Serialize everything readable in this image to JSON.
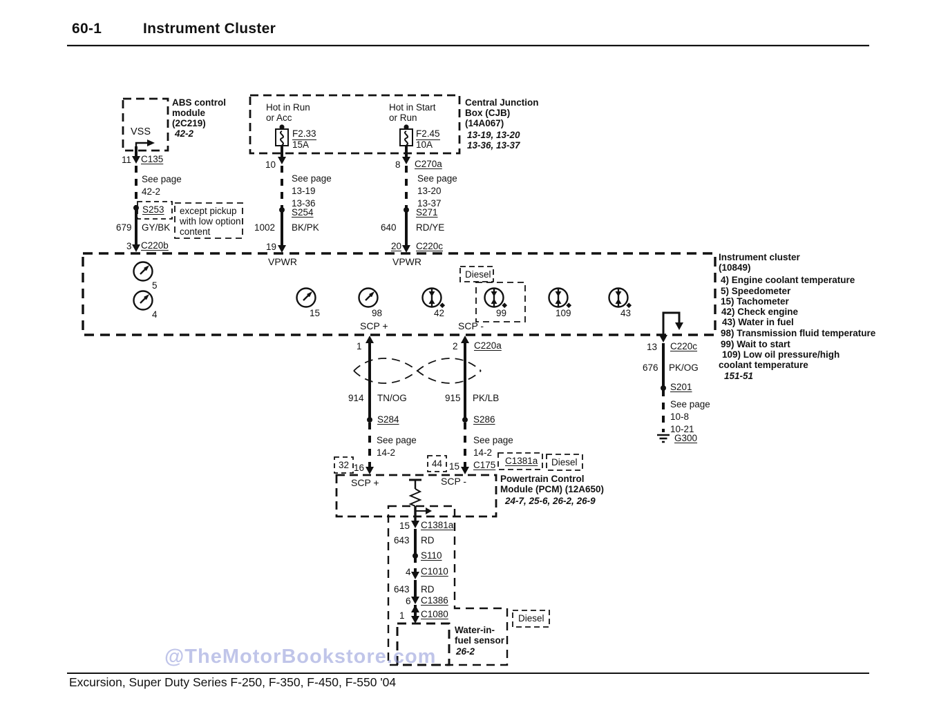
{
  "header": {
    "page_number": "60-1",
    "title": "Instrument Cluster"
  },
  "abs_module": {
    "name_lines": [
      "ABS control",
      "module",
      "(2C219)"
    ],
    "page_ref": "42-2",
    "signal": "VSS",
    "pin": "11",
    "connector": "C135",
    "see_page": [
      "See page",
      "42-2"
    ],
    "splice": "S253",
    "note_lines": [
      "except pickup",
      "with low option",
      "content"
    ],
    "circuit": "679",
    "wire_color": "GY/BK",
    "out_pin": "3",
    "out_connector": "C220b"
  },
  "cjb": {
    "name_lines": [
      "Central Junction",
      "Box (CJB)",
      "(14A067)"
    ],
    "page_refs": [
      "13-19, 13-20",
      "13-36, 13-37"
    ],
    "left": {
      "hot_lines": [
        "Hot in Run",
        "or Acc"
      ],
      "fuse": "F2.33",
      "amps": "15A",
      "pin": "10",
      "see_page": [
        "See page",
        "13-19",
        "13-36"
      ],
      "splice": "S254",
      "circuit": "1002",
      "wire_color": "BK/PK",
      "out_pin": "19",
      "signal": "VPWR"
    },
    "right": {
      "hot_lines": [
        "Hot in Start",
        "or Run"
      ],
      "fuse": "F2.45",
      "amps": "10A",
      "pin": "8",
      "connector": "C270a",
      "see_page": [
        "See page",
        "13-20",
        "13-37"
      ],
      "splice": "S271",
      "circuit": "640",
      "wire_color": "RD/YE",
      "out_pin": "20",
      "out_connector": "C220c",
      "signal": "VPWR"
    }
  },
  "cluster": {
    "name_lines": [
      "Instrument cluster",
      "(10849)"
    ],
    "legend": [
      "4) Engine coolant temperature",
      "5) Speedometer",
      "15) Tachometer",
      "42) Check engine",
      "43) Water in fuel",
      "98) Transmission fluid temperature",
      "99) Wait to start",
      "109) Low oil pressure/high",
      "coolant temperature"
    ],
    "page_ref": "151-51",
    "gauge_ids": {
      "speedometer": "5",
      "coolant": "4",
      "tachometer": "15",
      "trans_fluid": "98",
      "check_engine": "42",
      "wait_to_start": "99",
      "low_oil": "109",
      "water_in_fuel": "43"
    },
    "diesel_tag": "Diesel"
  },
  "scp": {
    "plus": "SCP +",
    "minus": "SCP -",
    "pin_plus": "1",
    "pin_minus": "2",
    "connector": "C220a",
    "plus_wire": {
      "circuit": "914",
      "wire_color": "TN/OG",
      "splice": "S284",
      "see_page": [
        "See page",
        "14-2"
      ],
      "tag": "32",
      "pin": "16"
    },
    "minus_wire": {
      "circuit": "915",
      "wire_color": "PK/LB",
      "splice": "S286",
      "see_page": [
        "See page",
        "14-2"
      ],
      "tag": "44",
      "pin": "15",
      "connector": "C175"
    }
  },
  "pcm": {
    "tags": {
      "c1381a": "C1381a",
      "diesel": "Diesel"
    },
    "scp_plus": "SCP +",
    "scp_minus": "SCP -",
    "name_lines": [
      "Powertrain Control",
      "Module (PCM) (12A650)"
    ],
    "page_ref": "24-7, 25-6, 26-2, 26-9"
  },
  "wif_branch": {
    "pin15": "15",
    "c1381a": "C1381a",
    "circuit_upper": "643",
    "color_upper": "RD",
    "splice": "S110",
    "pin4": "4",
    "c1010": "C1010",
    "circuit_lower": "643",
    "color_lower": "RD",
    "pin6": "6",
    "c1386": "C1386",
    "pin1": "1",
    "c1080": "C1080",
    "sensor_lines": [
      "Water-in-",
      "fuel sensor"
    ],
    "page_ref": "26-2",
    "diesel_tag": "Diesel"
  },
  "ground_branch": {
    "pin": "13",
    "connector": "C220c",
    "circuit": "676",
    "wire_color": "PK/OG",
    "splice": "S201",
    "see_page": [
      "See page",
      "10-8",
      "10-21"
    ],
    "ground": "G300"
  },
  "footer": {
    "watermark": "@TheMotorBookstore.com",
    "vehicles": "Excursion, Super Duty Series F-250, F-350, F-450, F-550 '04"
  }
}
